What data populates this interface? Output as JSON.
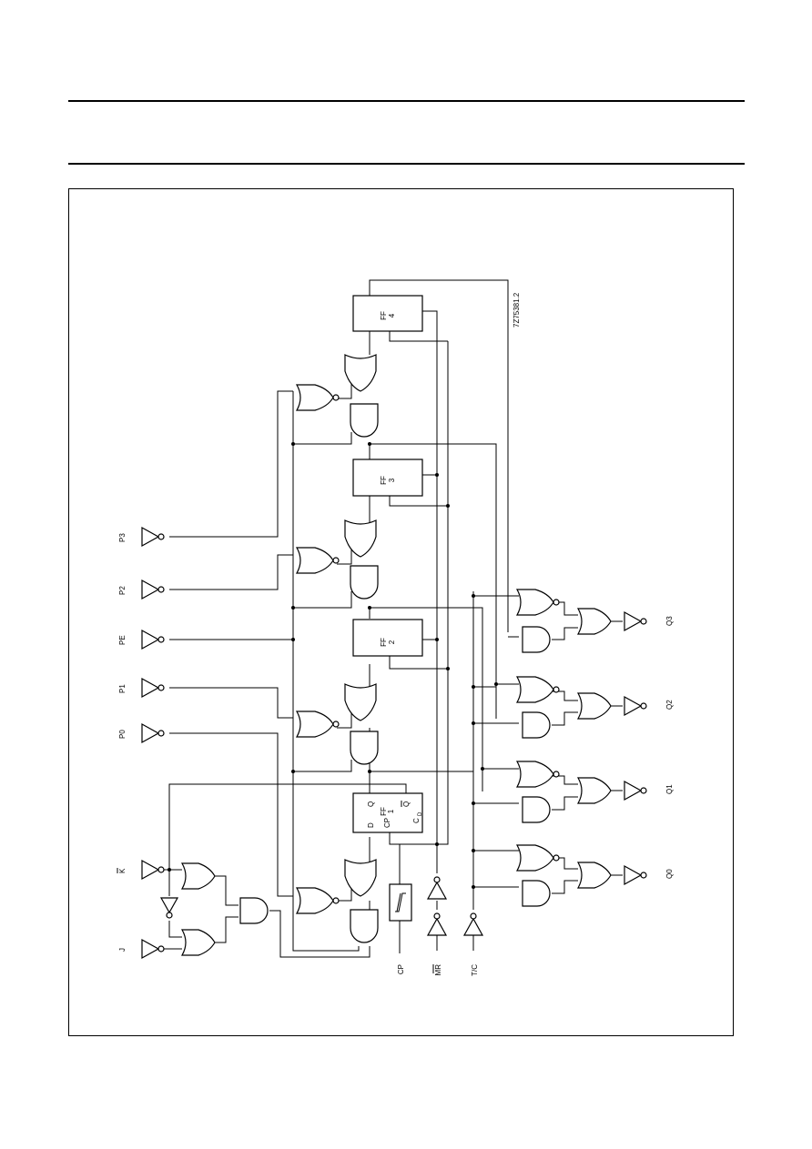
{
  "header": {
    "top_rule": "",
    "bottom_rule": ""
  },
  "diagram": {
    "figure_code": "7Z75381.2",
    "inputs": {
      "J": "J",
      "K": "K",
      "P0": "P0",
      "P1": "P1",
      "PE": "PE",
      "P2": "P2",
      "P3": "P3",
      "CP": "CP",
      "MR": "MR",
      "TC": "T/C"
    },
    "outputs": {
      "Q0": "Q0",
      "Q1": "Q1",
      "Q2": "Q2",
      "Q3": "Q3"
    },
    "flip_flops": {
      "ff1": {
        "name": "FF",
        "num": "1",
        "d": "D",
        "cp": "CP",
        "q": "Q",
        "qbar": "Q",
        "cd": "C",
        "cd_sub": "D"
      },
      "ff2": {
        "name": "FF",
        "num": "2"
      },
      "ff3": {
        "name": "FF",
        "num": "3"
      },
      "ff4": {
        "name": "FF",
        "num": "4"
      }
    },
    "colors": {
      "line": "#000000",
      "background": "#ffffff"
    }
  }
}
